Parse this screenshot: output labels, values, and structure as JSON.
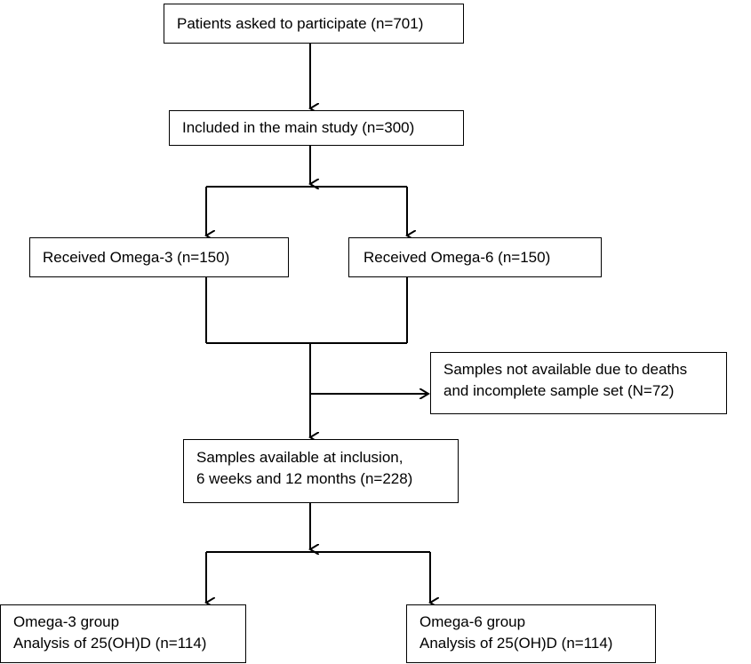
{
  "boxes": {
    "asked": {
      "line1": "Patients asked to participate (n=701)"
    },
    "included": {
      "line1": "Included in the main study (n=300)"
    },
    "omega3": {
      "line1": "Received Omega-3 (n=150)"
    },
    "omega6": {
      "line1": "Received Omega-6 (n=150)"
    },
    "excluded": {
      "line1": "Samples not available due to deaths",
      "line2": "and incomplete sample set (N=72)"
    },
    "available": {
      "line1": "Samples available at inclusion,",
      "line2": "6 weeks and 12 months (n=228)"
    },
    "omega3_group": {
      "line1": "Omega-3 group",
      "line2": "Analysis of 25(OH)D (n=114)"
    },
    "omega6_group": {
      "line1": "Omega-6 group",
      "line2": "Analysis of 25(OH)D (n=114)"
    }
  }
}
